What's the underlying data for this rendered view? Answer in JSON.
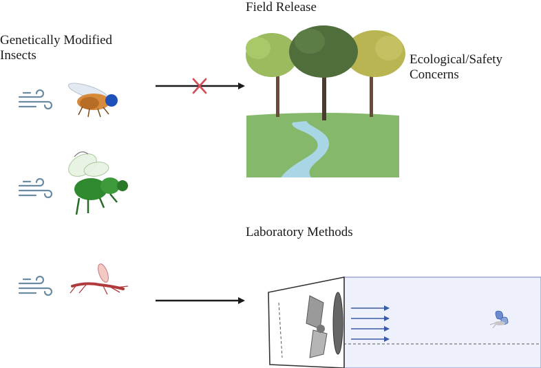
{
  "labels": {
    "gm_insects_line1": "Genetically Modified",
    "gm_insects_line2": "Insects",
    "field_release": "Field Release",
    "eco_line1": "Ecological/Safety",
    "eco_line2": "Concerns",
    "laboratory_methods": "Laboratory Methods"
  },
  "icons": [
    "wind-icon",
    "fruit-fly-icon",
    "bee-icon",
    "mosquito-icon",
    "tree-icon",
    "river-icon",
    "fan-icon",
    "butterfly-icon",
    "blocked-x-icon"
  ],
  "colors": {
    "wind": "#6b8ba3",
    "fly_body": "#d68a3c",
    "fly_eye": "#1f4fb8",
    "bee": "#2f8a2f",
    "mosquito": "#b0393b",
    "block_x": "#d2505a",
    "grass": "#86b86b",
    "river": "#a9d6e5",
    "tree_dark": "#4f6e3c",
    "tree_light": "#9bbb5e",
    "tree_yellow": "#b9b552",
    "tunnel_fill": "#eef1fb",
    "tunnel_line": "#9da6d6",
    "flow_arrow": "#3a5aa8"
  }
}
